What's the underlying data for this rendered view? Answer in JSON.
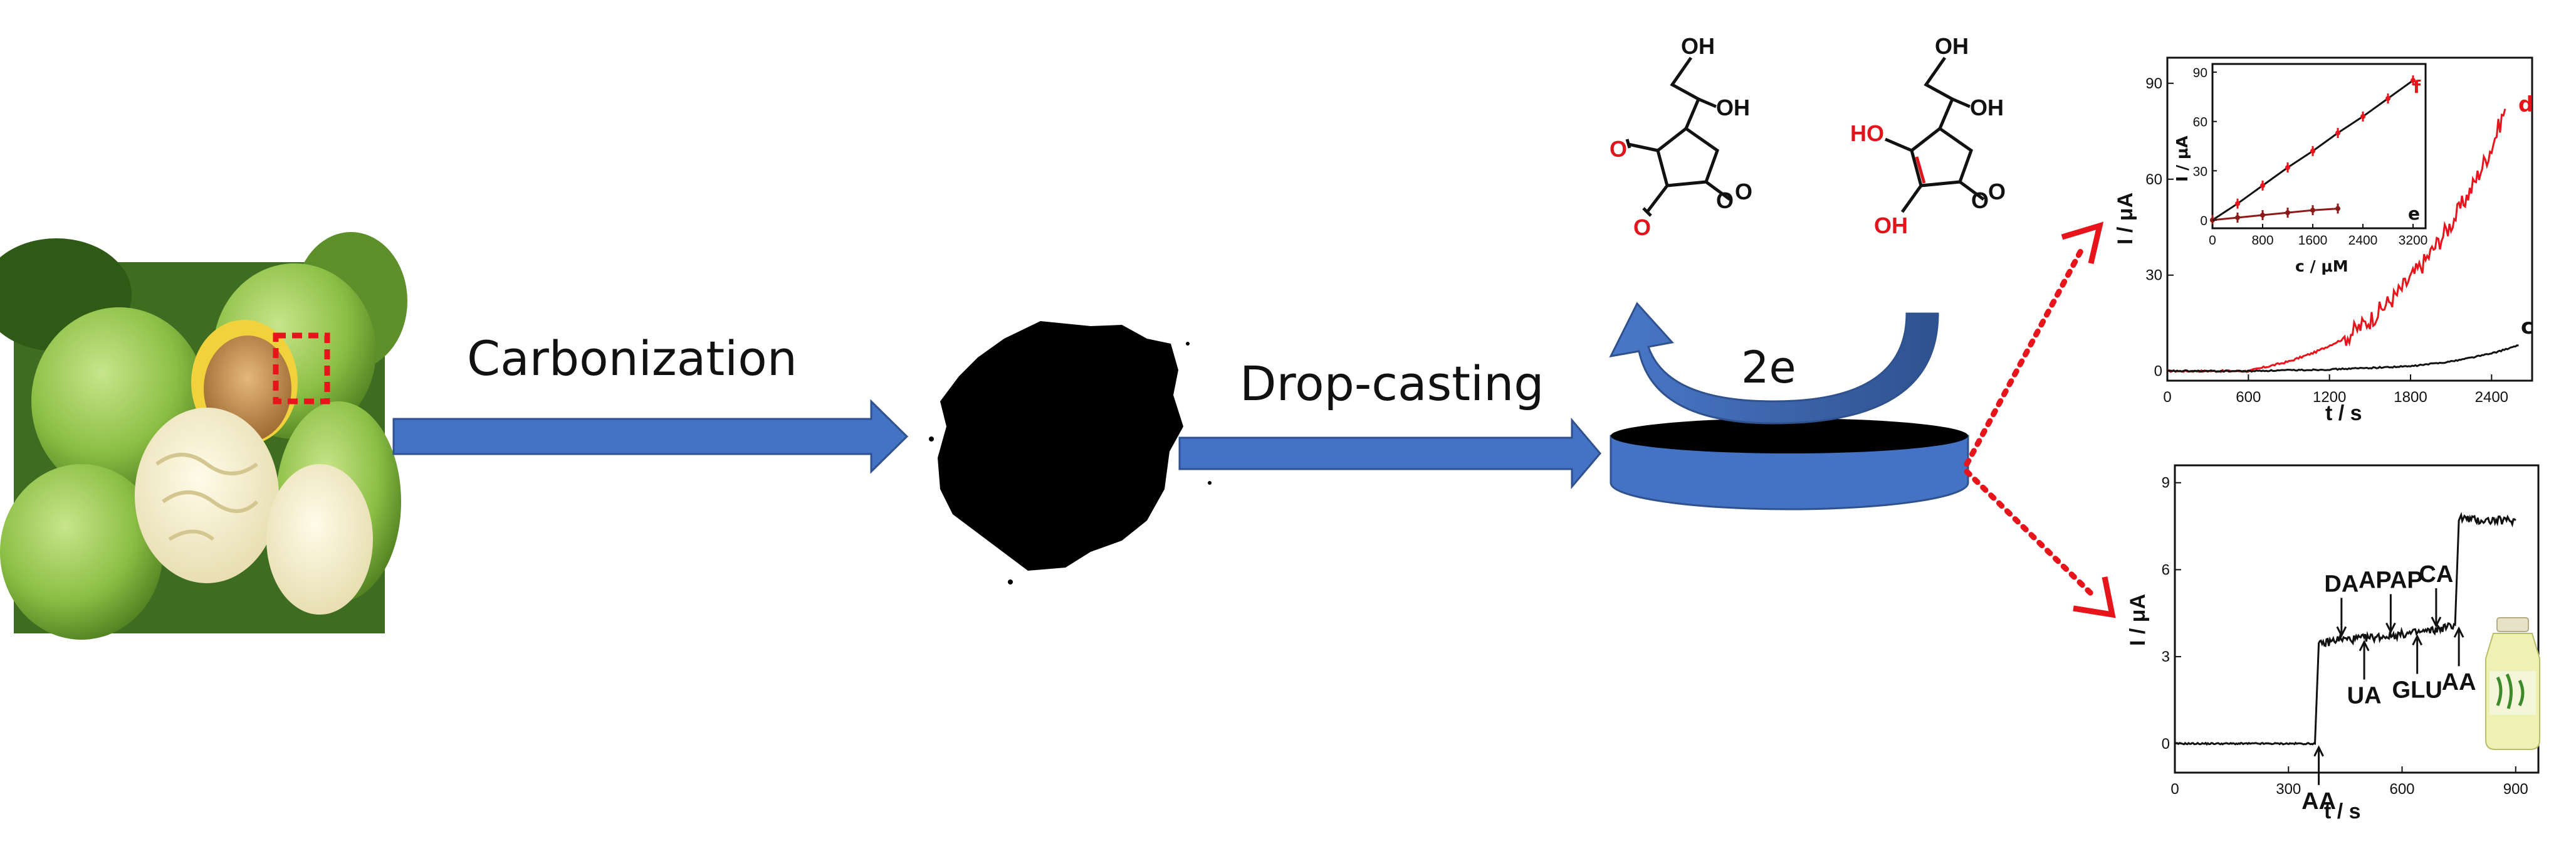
{
  "steps": {
    "carbonization": "Carbonization",
    "drop_casting": "Drop-casting",
    "electrons": "2e"
  },
  "molecules": {
    "oxidized": {
      "o_labels": [
        "O",
        "O",
        "O",
        "O"
      ],
      "oh_labels": [
        "OH",
        "OH"
      ]
    },
    "reduced": {
      "o_labels": [
        "O",
        "O"
      ],
      "oh_labels": [
        "OH",
        "OH",
        "HO",
        "OH"
      ]
    },
    "colors": {
      "bond": "#111111",
      "highlight": "#e0141b"
    }
  },
  "colors": {
    "arrow_blue": "#4472c4",
    "arrow_blue_dark": "#2f528f",
    "electrode_blue": "#4472c4",
    "red": "#e8141b",
    "black": "#000000"
  },
  "chart_data": [
    {
      "type": "line",
      "name": "amperometric-response",
      "xlabel": "t / s",
      "ylabel": "I / μA",
      "xlim": [
        0,
        2700
      ],
      "ylim": [
        -3,
        98
      ],
      "xticks": [
        0,
        600,
        1200,
        1800,
        2400
      ],
      "yticks": [
        0,
        30,
        60,
        90
      ],
      "series": [
        {
          "name": "d",
          "color": "#e8141b",
          "x": [
            0,
            600,
            700,
            900,
            1100,
            1300,
            1500,
            1700,
            1900,
            2100,
            2250,
            2400,
            2500
          ],
          "y": [
            0,
            0,
            1,
            3,
            6,
            10,
            16,
            24,
            34,
            46,
            57,
            70,
            82
          ]
        },
        {
          "name": "c",
          "color": "#111111",
          "x": [
            0,
            600,
            1200,
            1800,
            2100,
            2400,
            2600
          ],
          "y": [
            0,
            0,
            0.5,
            1.5,
            3,
            5.5,
            8
          ]
        }
      ],
      "inset": {
        "xlabel": "c / μM",
        "ylabel": "I / μA",
        "xlim": [
          0,
          3400
        ],
        "ylim": [
          -5,
          95
        ],
        "xticks": [
          0,
          800,
          1600,
          2400,
          3200
        ],
        "yticks": [
          0,
          30,
          60,
          90
        ],
        "series": [
          {
            "name": "f",
            "color": "#e8141b",
            "x": [
              0,
              400,
              800,
              1200,
              1600,
              2000,
              2400,
              2800,
              3200
            ],
            "y": [
              0,
              10,
              21,
              32,
              42,
              53,
              63,
              74,
              85
            ]
          },
          {
            "name": "e",
            "color": "#8b1a1a",
            "x": [
              0,
              400,
              800,
              1200,
              1600,
              2000
            ],
            "y": [
              0,
              1.5,
              3,
              4.5,
              6,
              7
            ]
          }
        ]
      }
    },
    {
      "type": "line",
      "name": "interference-test",
      "xlabel": "t / s",
      "ylabel": "I / μA",
      "xlim": [
        0,
        960
      ],
      "ylim": [
        -1,
        9.6
      ],
      "xticks": [
        0,
        300,
        600,
        900
      ],
      "yticks": [
        0,
        3,
        6,
        9
      ],
      "series": [
        {
          "name": "current",
          "color": "#111111",
          "x": [
            0,
            370,
            380,
            430,
            470,
            550,
            620,
            680,
            740,
            750,
            800,
            900
          ],
          "y": [
            0,
            0,
            3.4,
            3.6,
            3.6,
            3.7,
            3.8,
            3.9,
            4.1,
            7.8,
            7.7,
            7.7
          ]
        }
      ],
      "annotations": [
        {
          "label": "AA",
          "t": 380,
          "side": "below"
        },
        {
          "label": "DA",
          "t": 440,
          "side": "above"
        },
        {
          "label": "UA",
          "t": 500,
          "side": "below"
        },
        {
          "label": "APAP",
          "t": 570,
          "side": "above"
        },
        {
          "label": "GLU",
          "t": 640,
          "side": "below"
        },
        {
          "label": "CA",
          "t": 690,
          "side": "above"
        },
        {
          "label": "AA",
          "t": 750,
          "side": "below"
        }
      ]
    }
  ]
}
